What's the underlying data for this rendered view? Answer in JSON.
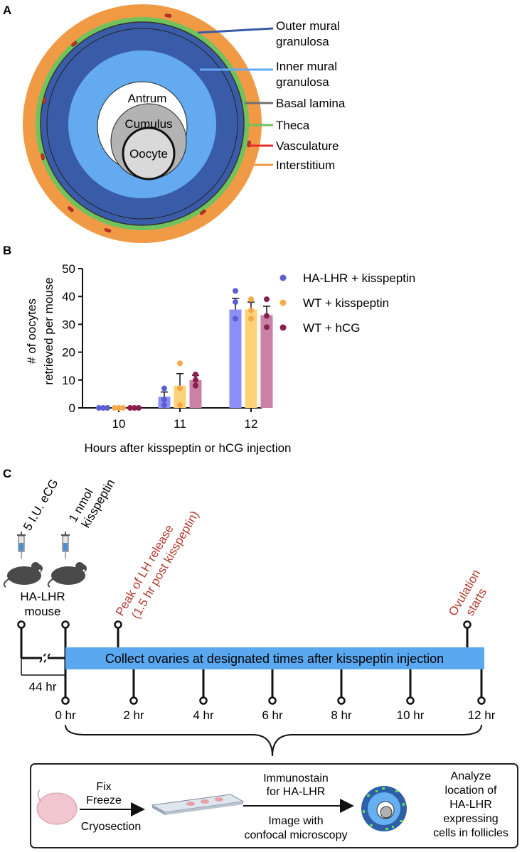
{
  "panel_a": {
    "letter": "A",
    "regions": {
      "antrum": "Antrum",
      "cumulus": "Cumulus",
      "oocyte": "Oocyte"
    },
    "legend": [
      {
        "line1": "Outer mural",
        "line2": "granulosa",
        "color": "#3a5ba8"
      },
      {
        "line1": "Inner mural",
        "line2": "granulosa",
        "color": "#63aaf0"
      },
      {
        "line1": "Basal lamina",
        "line2": "",
        "color": "#707070"
      },
      {
        "line1": "Theca",
        "line2": "",
        "color": "#6fc25c"
      },
      {
        "line1": "Vasculature",
        "line2": "",
        "color": "#e8302a"
      },
      {
        "line1": "Interstitium",
        "line2": "",
        "color": "#f09a46"
      }
    ]
  },
  "panel_b": {
    "letter": "B"
  },
  "chart_data": {
    "type": "bar",
    "categories": [
      "10",
      "11",
      "12"
    ],
    "xlabel": "Hours after kisspeptin or hCG injection",
    "ylabel": "# of oocytes retrieved per mouse",
    "ylim": [
      0,
      50
    ],
    "yticks": [
      "0",
      "10",
      "20",
      "30",
      "40",
      "50"
    ],
    "legend_position": "top-right",
    "series": [
      {
        "name": "HA-LHR + kisspeptin",
        "color": "#5b5fd1",
        "bar_color": "#8d8ff7",
        "values": [
          0,
          4,
          35.3
        ],
        "errors": [
          0,
          1.7,
          4
        ],
        "points": [
          [
            0,
            0,
            0
          ],
          [
            1,
            3,
            7
          ],
          [
            32,
            38,
            42
          ]
        ]
      },
      {
        "name": "WT + kisspeptin",
        "color": "#f5a94a",
        "bar_color": "#ffd27a",
        "values": [
          0,
          8,
          35.3
        ],
        "errors": [
          0,
          4.3,
          2.7
        ],
        "points": [
          [
            0,
            0,
            0
          ],
          [
            1,
            7,
            16
          ],
          [
            32,
            35,
            39
          ]
        ]
      },
      {
        "name": "WT + hCG",
        "color": "#8c1f52",
        "bar_color": "#c982a6",
        "values": [
          0,
          10,
          33.3
        ],
        "errors": [
          0,
          1.7,
          3.2
        ],
        "points": [
          [
            0,
            0,
            0
          ],
          [
            8,
            10,
            12
          ],
          [
            29,
            33,
            39
          ]
        ]
      }
    ]
  },
  "panel_c": {
    "letter": "C",
    "injection_1": "5 I.U. eCG",
    "injection_2a": "1 nmol",
    "injection_2b": "kisspeptin",
    "mouse_line1": "HA-LHR",
    "mouse_line2": "mouse",
    "peak_line1": "Peak of LH release",
    "peak_line2": "(1.5 hr post kisspeptin)",
    "ovulation_line1": "Ovulation",
    "ovulation_line2": "starts",
    "bar_text": "Collect ovaries at designated times after kisspeptin injection",
    "gap_label": "44 hr",
    "times": [
      "0 hr",
      "2 hr",
      "4 hr",
      "6 hr",
      "8 hr",
      "10 hr",
      "12 hr"
    ],
    "workflow": {
      "fix": "Fix",
      "freeze": "Freeze",
      "cryosection": "Cryosection",
      "immunostain_1": "Immunostain",
      "immunostain_2": "for HA-LHR",
      "image_1": "Image with",
      "image_2": "confocal microscopy",
      "analyze": [
        "Analyze",
        "location of",
        "HA-LHR",
        "expressing",
        "cells in follicles"
      ]
    },
    "accent_color": "#b43a2e",
    "bar_color": "#59a8f0"
  }
}
